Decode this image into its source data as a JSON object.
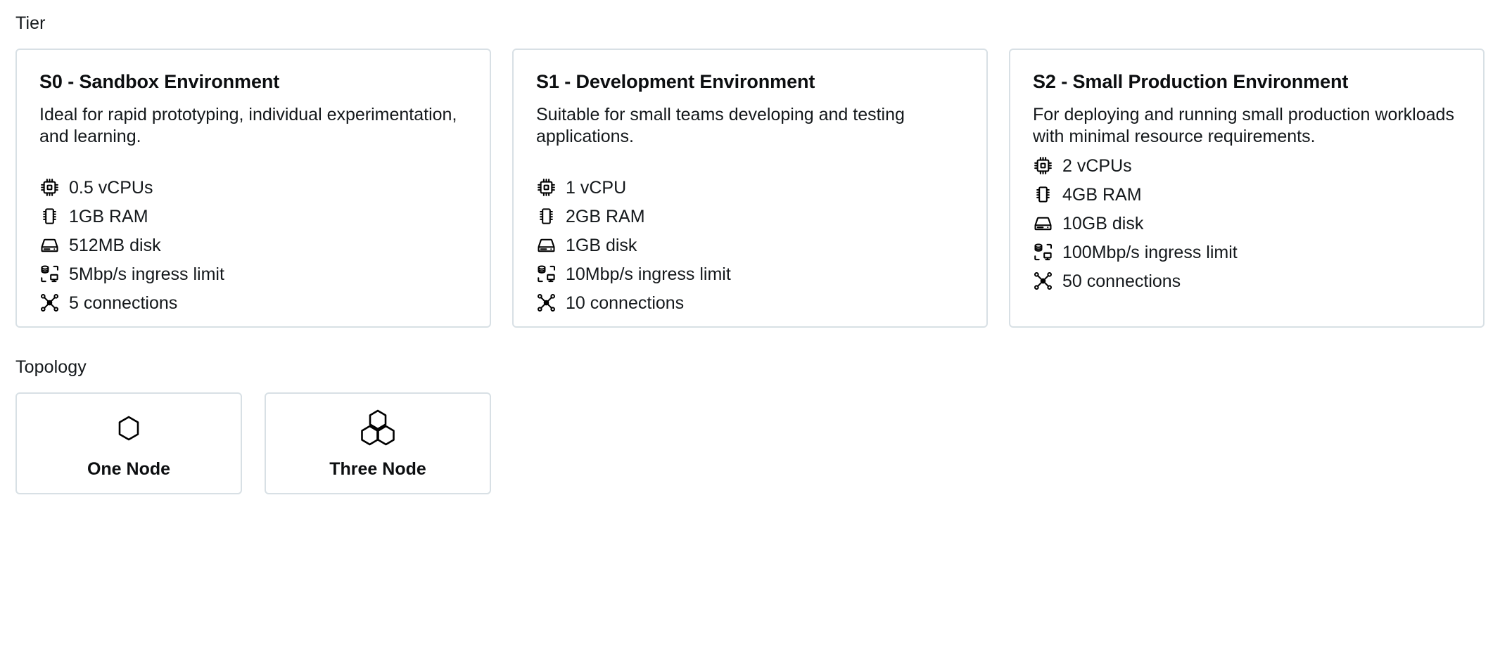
{
  "tier": {
    "label": "Tier",
    "cards": [
      {
        "title": "S0 - Sandbox Environment",
        "description": "Ideal for rapid prototyping, individual experimentation, and learning.",
        "specs": [
          {
            "icon": "cpu-icon",
            "text": "0.5 vCPUs"
          },
          {
            "icon": "memory-icon",
            "text": "1GB RAM"
          },
          {
            "icon": "disk-icon",
            "text": "512MB disk"
          },
          {
            "icon": "network-icon",
            "text": "5Mbp/s ingress limit"
          },
          {
            "icon": "connections-icon",
            "text": "5 connections"
          }
        ]
      },
      {
        "title": "S1 - Development Environment",
        "description": "Suitable for small teams developing and testing applications.",
        "specs": [
          {
            "icon": "cpu-icon",
            "text": "1 vCPU"
          },
          {
            "icon": "memory-icon",
            "text": "2GB RAM"
          },
          {
            "icon": "disk-icon",
            "text": "1GB disk"
          },
          {
            "icon": "network-icon",
            "text": "10Mbp/s ingress limit"
          },
          {
            "icon": "connections-icon",
            "text": "10 connections"
          }
        ]
      },
      {
        "title": "S2 - Small Production Environment",
        "description": "For deploying and running small production workloads with minimal resource requirements.",
        "specs": [
          {
            "icon": "cpu-icon",
            "text": "2 vCPUs"
          },
          {
            "icon": "memory-icon",
            "text": "4GB RAM"
          },
          {
            "icon": "disk-icon",
            "text": "10GB disk"
          },
          {
            "icon": "network-icon",
            "text": "100Mbp/s ingress limit"
          },
          {
            "icon": "connections-icon",
            "text": "50 connections"
          }
        ]
      }
    ]
  },
  "topology": {
    "label": "Topology",
    "options": [
      {
        "icon": "single-hexagon-icon",
        "label": "One Node"
      },
      {
        "icon": "triple-hexagon-icon",
        "label": "Three Node"
      }
    ]
  },
  "colors": {
    "card_border": "#d8e0e5",
    "text_primary": "#14181b",
    "background": "#ffffff"
  }
}
